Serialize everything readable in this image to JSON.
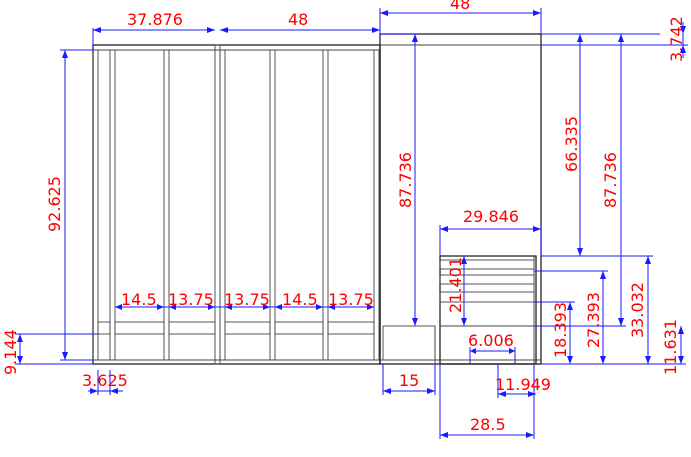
{
  "dimensions": {
    "top_width_left": "37.876",
    "top_width_mid": "48",
    "top_width_right": "48",
    "right_offset_top": "3.742",
    "left_height": "92.625",
    "center_height": "87.736",
    "right_height_a": "66.335",
    "right_height_b": "87.736",
    "drawer_width": "29.846",
    "drawer_stack_height": "21.401",
    "bay_1": "14.5",
    "bay_2": "13.75",
    "bay_3": "13.75",
    "bay_4": "14.5",
    "bay_5": "13.75",
    "base_height": "9.144",
    "post_width": "3.625",
    "kick_width": "15",
    "small_gap": "6.006",
    "right_base": "11.949",
    "bottom_span": "28.5",
    "drawer_lower": "18.393",
    "drawer_mid": "27.393",
    "drawer_upper": "33.032",
    "right_low": "11.631"
  }
}
